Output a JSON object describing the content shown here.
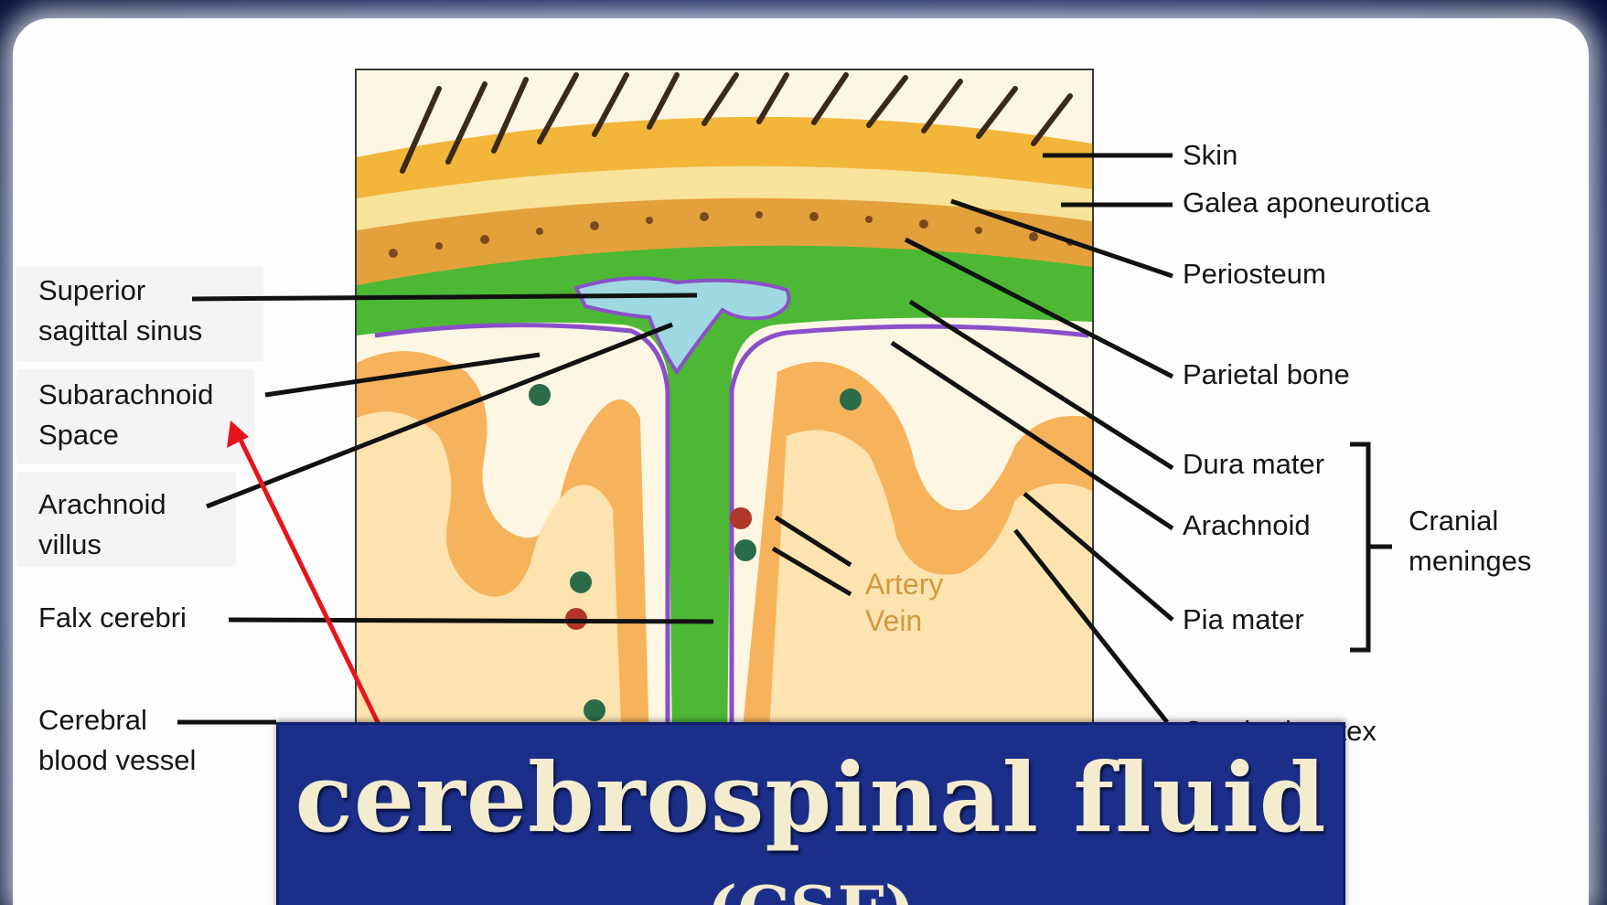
{
  "labels": {
    "right": {
      "skin": "Skin",
      "galea": "Galea aponeurotica",
      "periosteum": "Periosteum",
      "parietal": "Parietal bone",
      "dura": "Dura mater",
      "arachnoid": "Arachnoid",
      "pia": "Pia mater",
      "cortex": "Cerebral cortex",
      "meninges": "Cranial\nmeninges"
    },
    "left": {
      "sinus": "Superior\nsagittal sinus",
      "subarachnoid": "Subarachnoid\nSpace",
      "villus": "Arachnoid\nvillus",
      "falx": "Falx cerebri",
      "vessel": "Cerebral\nblood vessel"
    },
    "inside": {
      "artery": "Artery",
      "vein": "Vein"
    }
  },
  "title": {
    "main": "cerebrospinal fluid",
    "sub": "(CSF)"
  },
  "colors": {
    "title_box": "#1b2f8a",
    "title_text": "#f3eccf",
    "annotation_arrow": "#e8141c",
    "csf_green": "#4cb834",
    "cortex_orange": "#f7b35b"
  },
  "icons": {
    "annotation_arrow": "arrow-icon"
  }
}
